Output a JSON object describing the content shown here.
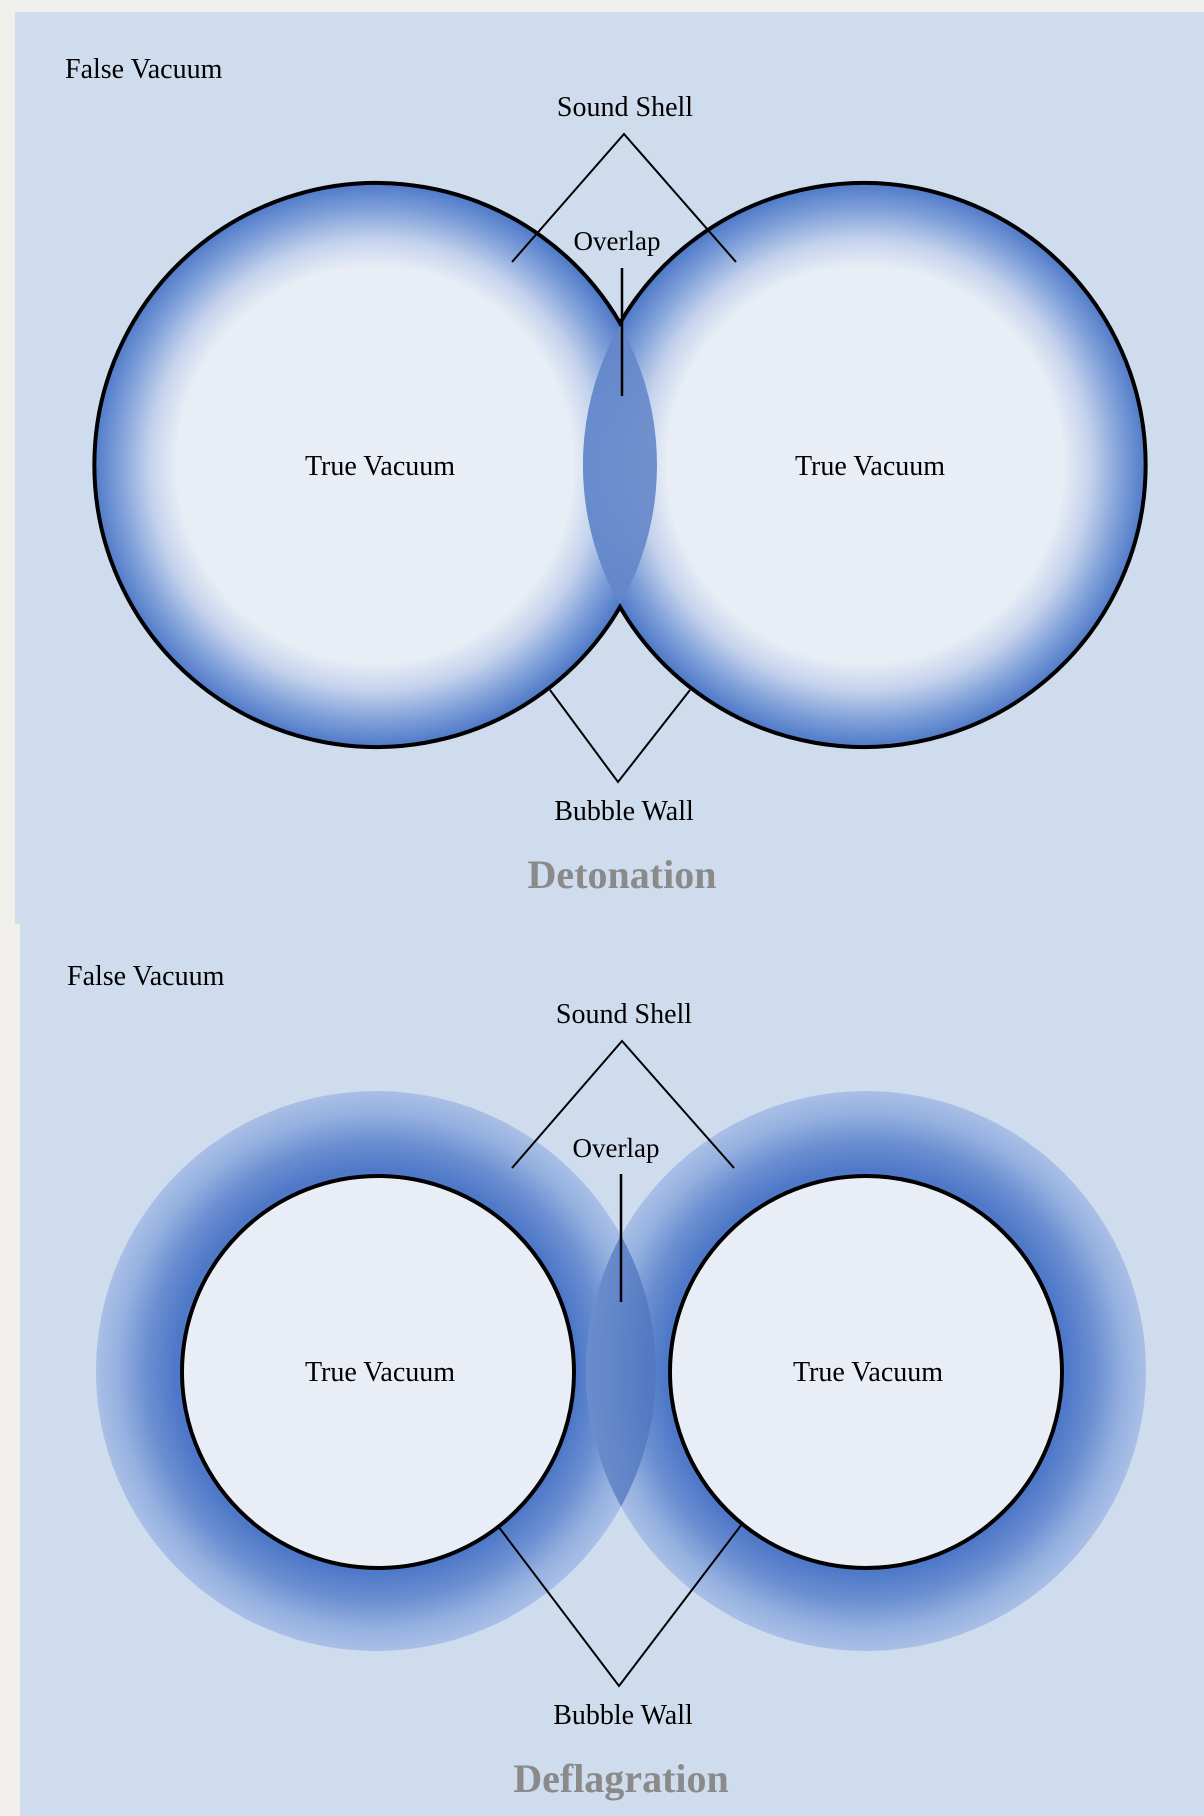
{
  "colors": {
    "page_background": "#f1efeb",
    "panel_background": "#cfdcee",
    "interior": "#e9eef6",
    "shell_blue": "#4f79c8",
    "overlap_blue": "#2f5aa8",
    "outline": "#000000",
    "title_gray": "#8a8a8a"
  },
  "panels": [
    {
      "id": "detonation",
      "false_vacuum_label": "False Vacuum",
      "sound_shell_label": "Sound Shell",
      "overlap_label": "Overlap",
      "left_bubble_label": "True Vacuum",
      "right_bubble_label": "True Vacuum",
      "bubble_wall_label": "Bubble Wall",
      "title": "Detonation"
    },
    {
      "id": "deflagration",
      "false_vacuum_label": "False Vacuum",
      "sound_shell_label": "Sound Shell",
      "overlap_label": "Overlap",
      "left_bubble_label": "True Vacuum",
      "right_bubble_label": "True Vacuum",
      "bubble_wall_label": "Bubble Wall",
      "title": "Deflagration"
    }
  ]
}
